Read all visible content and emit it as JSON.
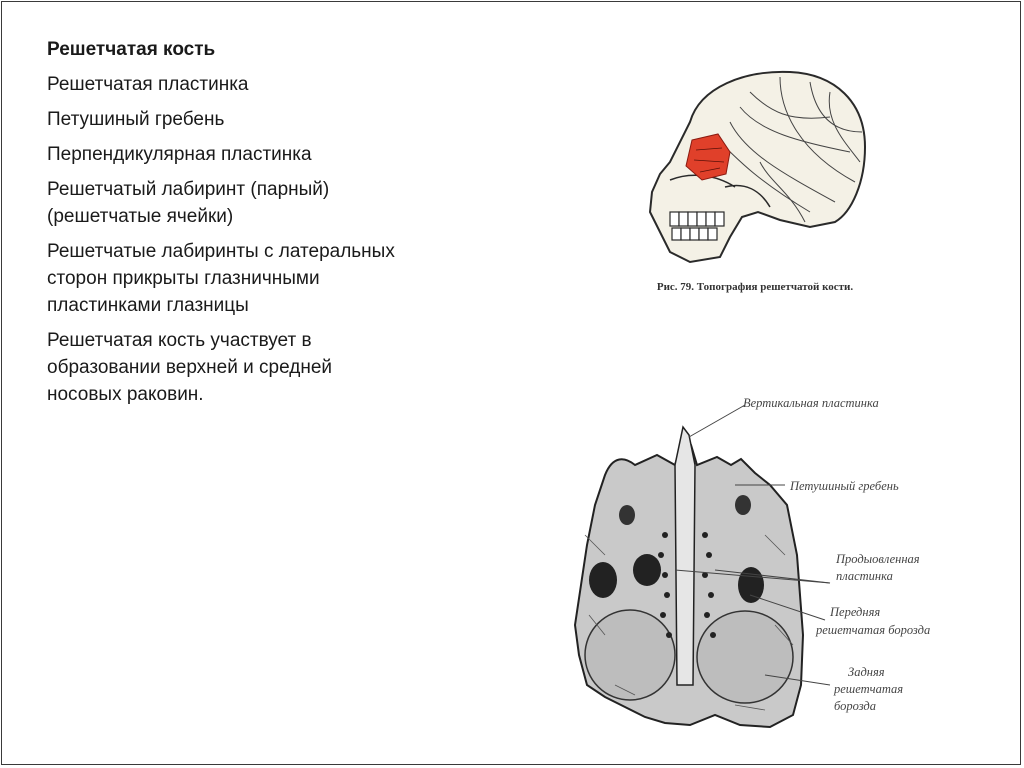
{
  "slide": {
    "title": "Решетчатая кость",
    "items": [
      "Решетчатая пластинка",
      "Петушиный гребень",
      "Перпендикулярная пластинка",
      "Решетчатый лабиринт (парный)(решетчатые ячейки)",
      "Решетчатые лабиринты с латеральных сторон прикрыты глазничными пластинками глазницы",
      "Решетчатая кость участвует в образовании верхней и средней носовых раковин."
    ]
  },
  "figure_skull": {
    "caption_number": "Рис. 79.",
    "caption_text": "Топография решетчатой кости.",
    "highlight_color": "#e0402a"
  },
  "figure_ethmoid": {
    "labels": {
      "vertical_plate": "Вертикальная пластинка",
      "crista_galli": "Петушиный гребень",
      "cribriform_plate_l1": "Продыовленная",
      "cribriform_plate_l2": "пластинка",
      "anterior_groove_l1": "Передняя",
      "anterior_groove_l2": "решетчатая борозда",
      "posterior_groove_l1": "Задняя",
      "posterior_groove_l2": "решетчатая",
      "posterior_groove_l3": "борозда"
    }
  }
}
